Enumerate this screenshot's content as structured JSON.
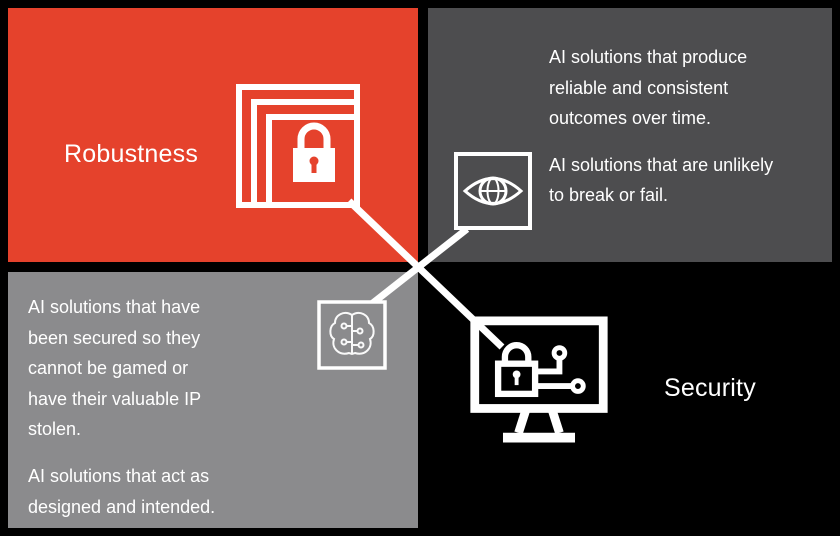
{
  "colors": {
    "red": "#E5422C",
    "dark_gray": "#4D4D4F",
    "mid_gray": "#8B8B8D",
    "black": "#000000",
    "white": "#FFFFFF"
  },
  "quadrants": {
    "robustness": {
      "label": "Robustness",
      "icon": "nested-frames-lock-icon",
      "color": "#E5422C"
    },
    "reliability_text": {
      "paragraphs": [
        "AI solutions that produce reliable and consistent outcomes over time.",
        "AI solutions that are unlikely to break or fail."
      ],
      "icon": "eye-globe-icon",
      "color": "#4D4D4F"
    },
    "secured_text": {
      "paragraphs": [
        "AI solutions that have been secured so they cannot be gamed or have their valuable IP stolen.",
        "AI solutions that act as designed and intended."
      ],
      "icon": "brain-circuit-icon",
      "color": "#8B8B8D"
    },
    "security": {
      "label": "Security",
      "icon": "secure-monitor-icon",
      "color": "#000000"
    }
  },
  "connectors": {
    "shape": "white-x-cross",
    "color": "#FFFFFF"
  }
}
